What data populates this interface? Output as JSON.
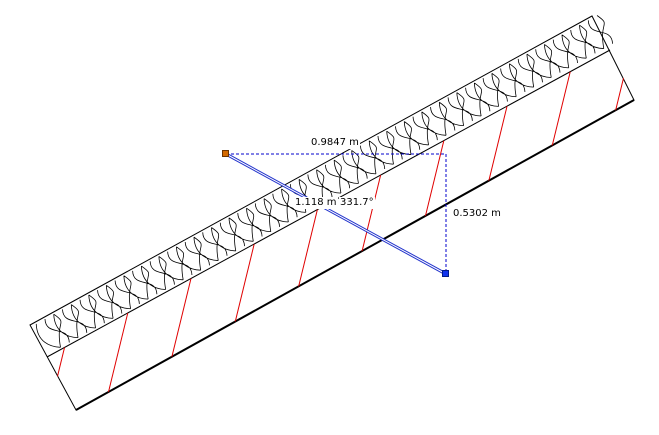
{
  "measure_tool": {
    "horizontal_label": "0.9847 m",
    "vertical_label": "0.5302 m",
    "length_label": "1.118 m",
    "angle_label": "331.7°"
  },
  "colors": {
    "background": "#ffffff",
    "wall_outline": "#000000",
    "hatch": "#e00000",
    "insulation": "#000000",
    "dimension_line": "#0000cc",
    "measure_line": "#2233cc",
    "start_handle": "#d46a00",
    "end_handle": "#1133ee"
  },
  "icons": {
    "start_handle": "square-grip",
    "end_handle": "square-grip"
  }
}
